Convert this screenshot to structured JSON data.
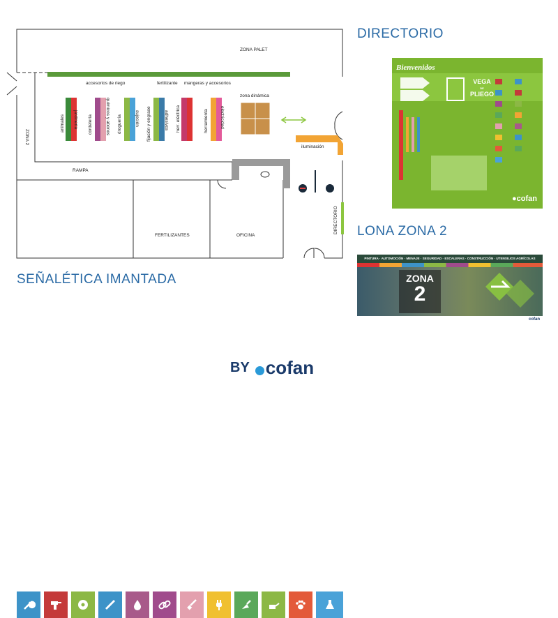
{
  "floorplan": {
    "zona_palet": "ZONA PALET",
    "accesorios_riego": "accesorios de riego",
    "fertilizante": "fertilizante",
    "mangeras": "mangeras y accesorios",
    "zona_dinamica": "zona dinámica",
    "zona2": "ZONA 2",
    "iluminacion": "iluminación",
    "rampa": "RAMPA",
    "fertilizantes": "FERTILIZANTES",
    "oficina": "OFICINA",
    "directorio_v": "DIRECTORIO",
    "aisles": [
      "animales",
      "jardinería",
      "cordelería",
      "químicos y abonos",
      "droguería",
      "sujeción",
      "fijación y engrase",
      "adhesivos",
      "herr. eléctrica",
      "herramienta",
      "electricidad"
    ]
  },
  "sections": {
    "directorio": "DIRECTORIO",
    "lona": "LONA ZONA 2",
    "senaletica": "SEÑALÉTICA IMANTADA"
  },
  "directory_panel": {
    "welcome": "Bienvenidos",
    "store_name_1": "VEGA",
    "store_name_2": "DE",
    "store_name_3": "PLIEGO",
    "brand": "cofan"
  },
  "banner": {
    "categories": "PINTURA · AUTOMOCIÓN · MENAJE · SEGURIDAD · ESCALERAS · CONSTRUCCIÓN · UTENSILIOS AGRÍCOLAS",
    "zona": "ZONA",
    "num": "2",
    "brand": "cofan"
  },
  "signage": [
    {
      "icon": "wrench-icon",
      "color": "#3d93c8"
    },
    {
      "icon": "drill-icon",
      "color": "#c43a3a"
    },
    {
      "icon": "saw-blade-icon",
      "color": "#8cb845"
    },
    {
      "icon": "ruler-icon",
      "color": "#3d93c8"
    },
    {
      "icon": "drop-icon",
      "color": "#a85a8a"
    },
    {
      "icon": "chain-link-icon",
      "color": "#a04b8c"
    },
    {
      "icon": "paint-brush-icon",
      "color": "#e3a0ae"
    },
    {
      "icon": "plug-icon",
      "color": "#f0c030"
    },
    {
      "icon": "trowel-icon",
      "color": "#5aa85a"
    },
    {
      "icon": "oil-can-icon",
      "color": "#8cb845"
    },
    {
      "icon": "paw-icon",
      "color": "#e35a3a"
    },
    {
      "icon": "flask-icon",
      "color": "#4aa2d8"
    }
  ],
  "footer": {
    "by": "BY",
    "brand": "cofan"
  }
}
